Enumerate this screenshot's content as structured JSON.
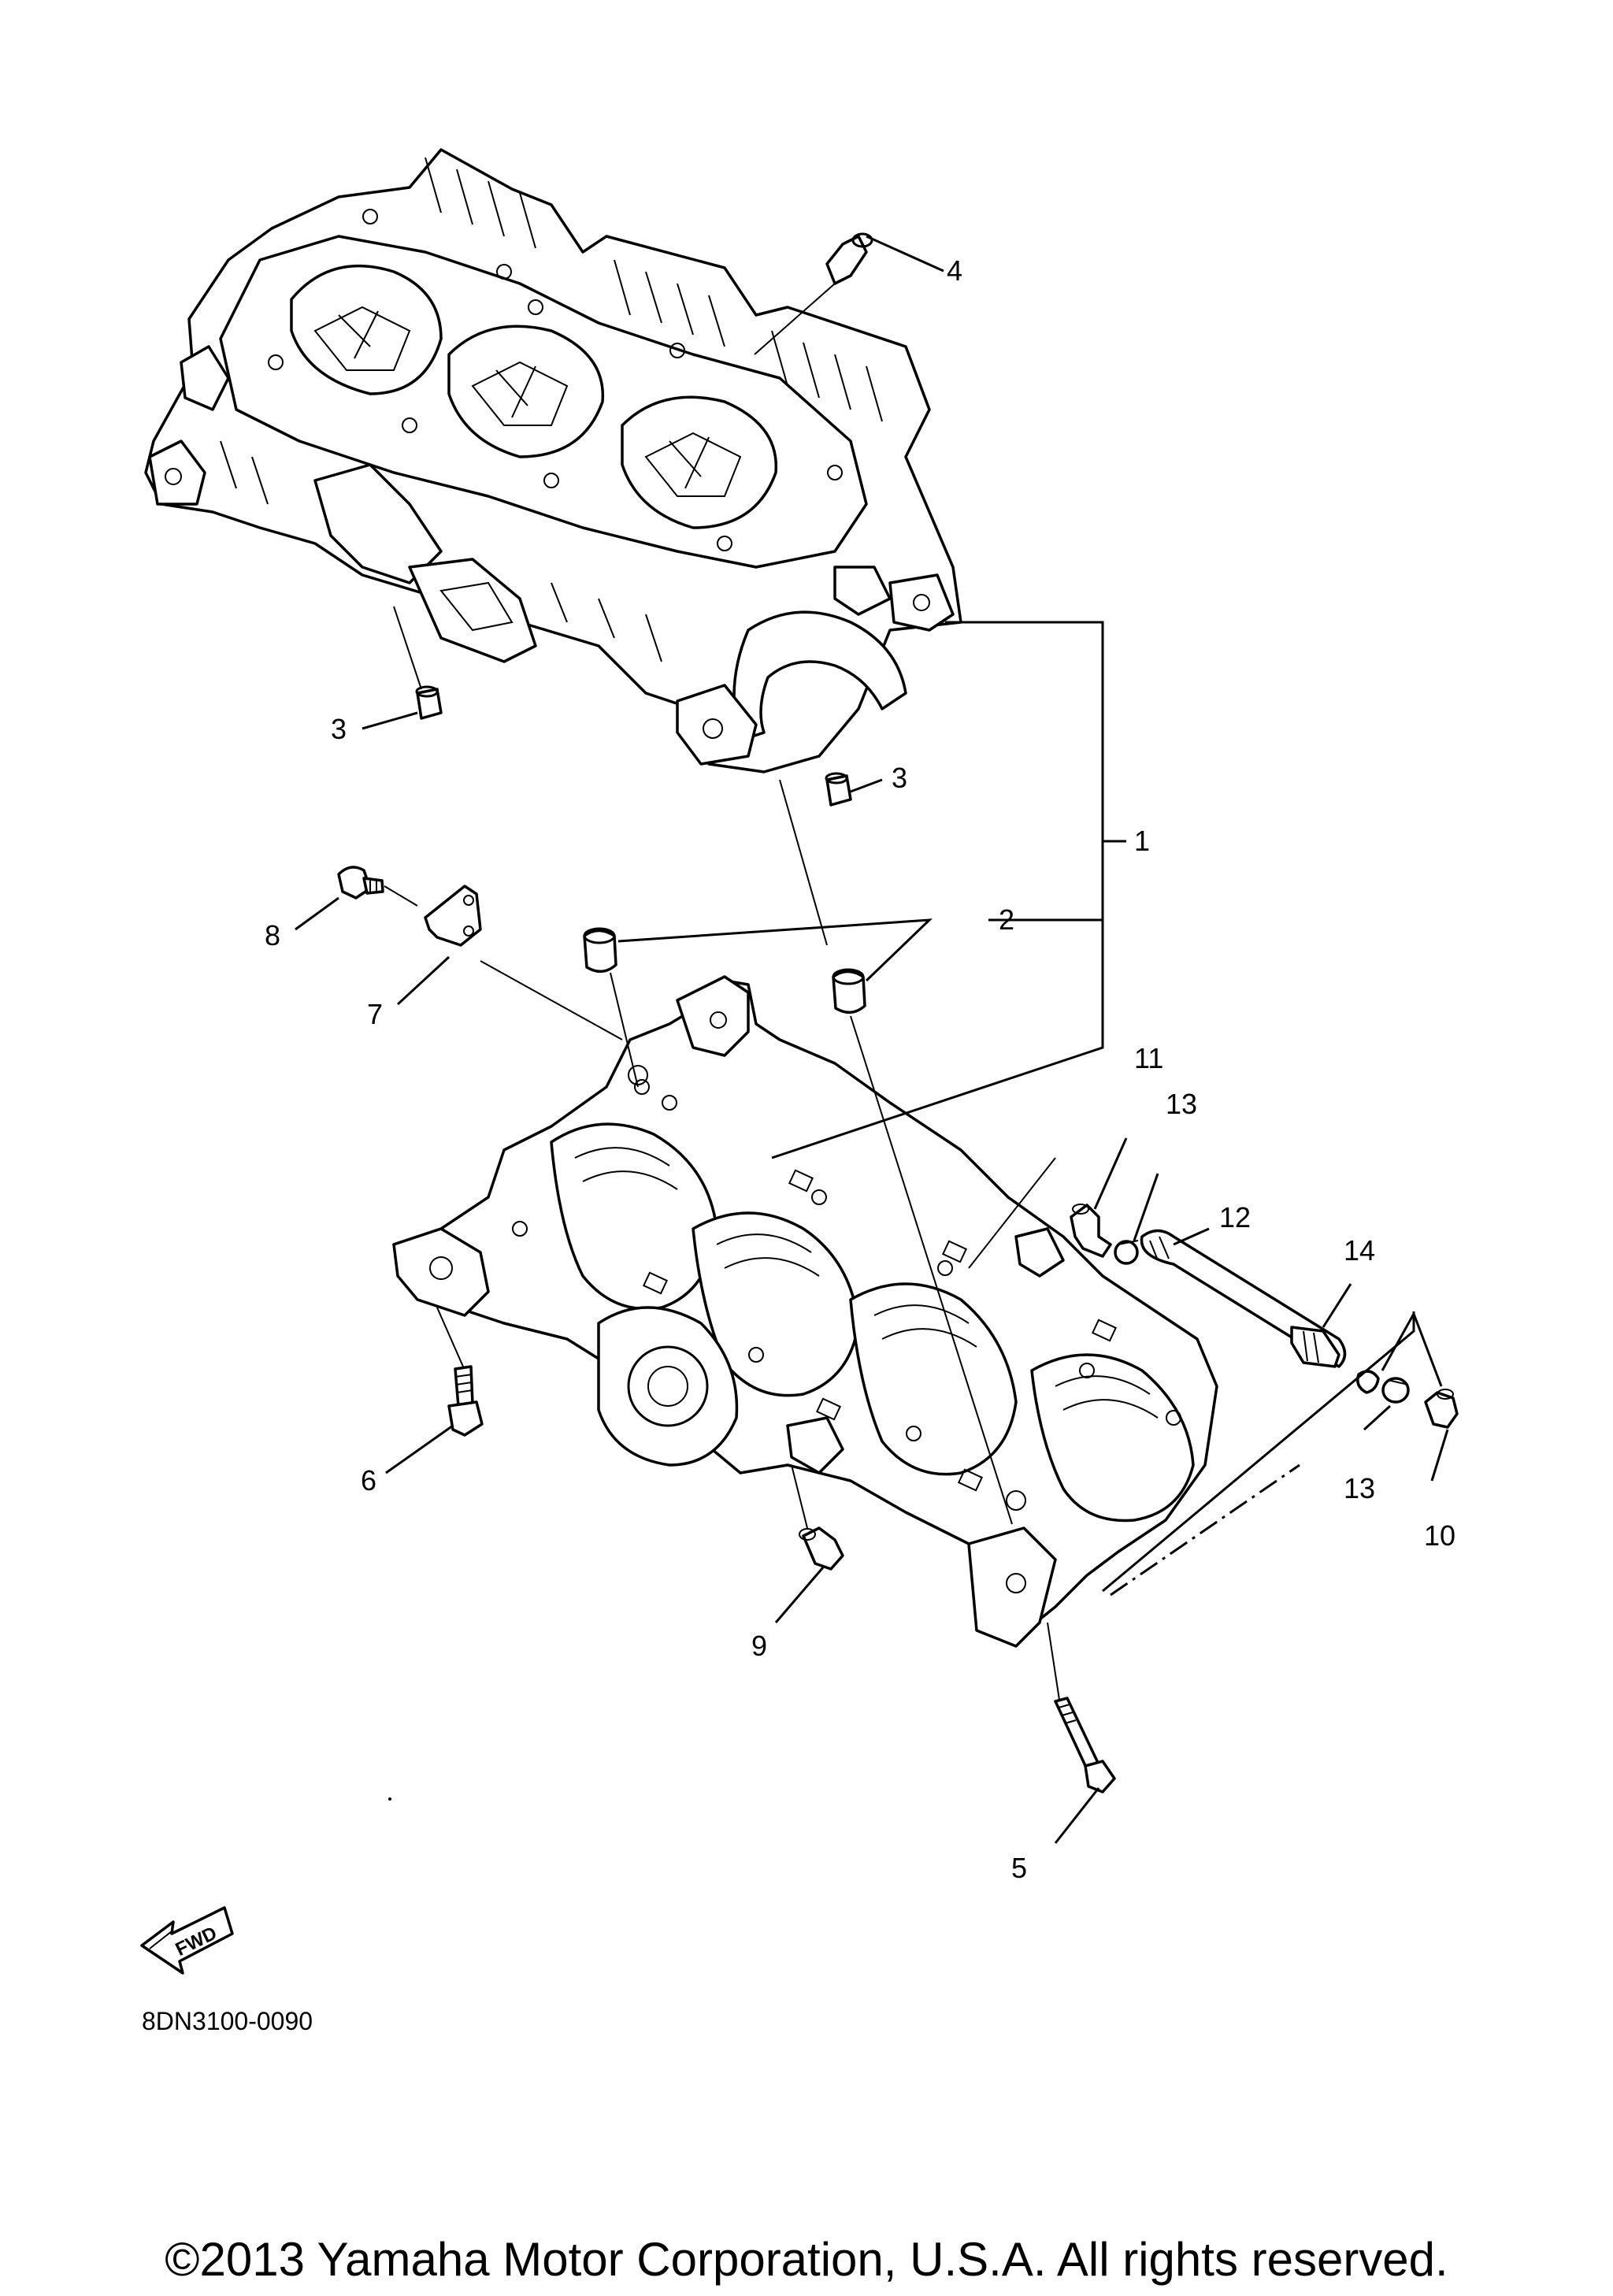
{
  "diagram": {
    "callouts": [
      {
        "id": "1",
        "label": "1"
      },
      {
        "id": "2",
        "label": "2"
      },
      {
        "id": "3a",
        "label": "3"
      },
      {
        "id": "3b",
        "label": "3"
      },
      {
        "id": "4",
        "label": "4"
      },
      {
        "id": "5",
        "label": "5"
      },
      {
        "id": "6",
        "label": "6"
      },
      {
        "id": "7",
        "label": "7"
      },
      {
        "id": "8",
        "label": "8"
      },
      {
        "id": "9",
        "label": "9"
      },
      {
        "id": "10",
        "label": "10"
      },
      {
        "id": "11",
        "label": "11"
      },
      {
        "id": "12",
        "label": "12"
      },
      {
        "id": "13a",
        "label": "13"
      },
      {
        "id": "13b",
        "label": "13"
      },
      {
        "id": "14",
        "label": "14"
      }
    ],
    "fwd_label": "FWD",
    "part_code": "8DN3100-0090"
  },
  "footer": {
    "copyright": "©2013 Yamaha Motor Corporation, U.S.A. All rights reserved."
  }
}
